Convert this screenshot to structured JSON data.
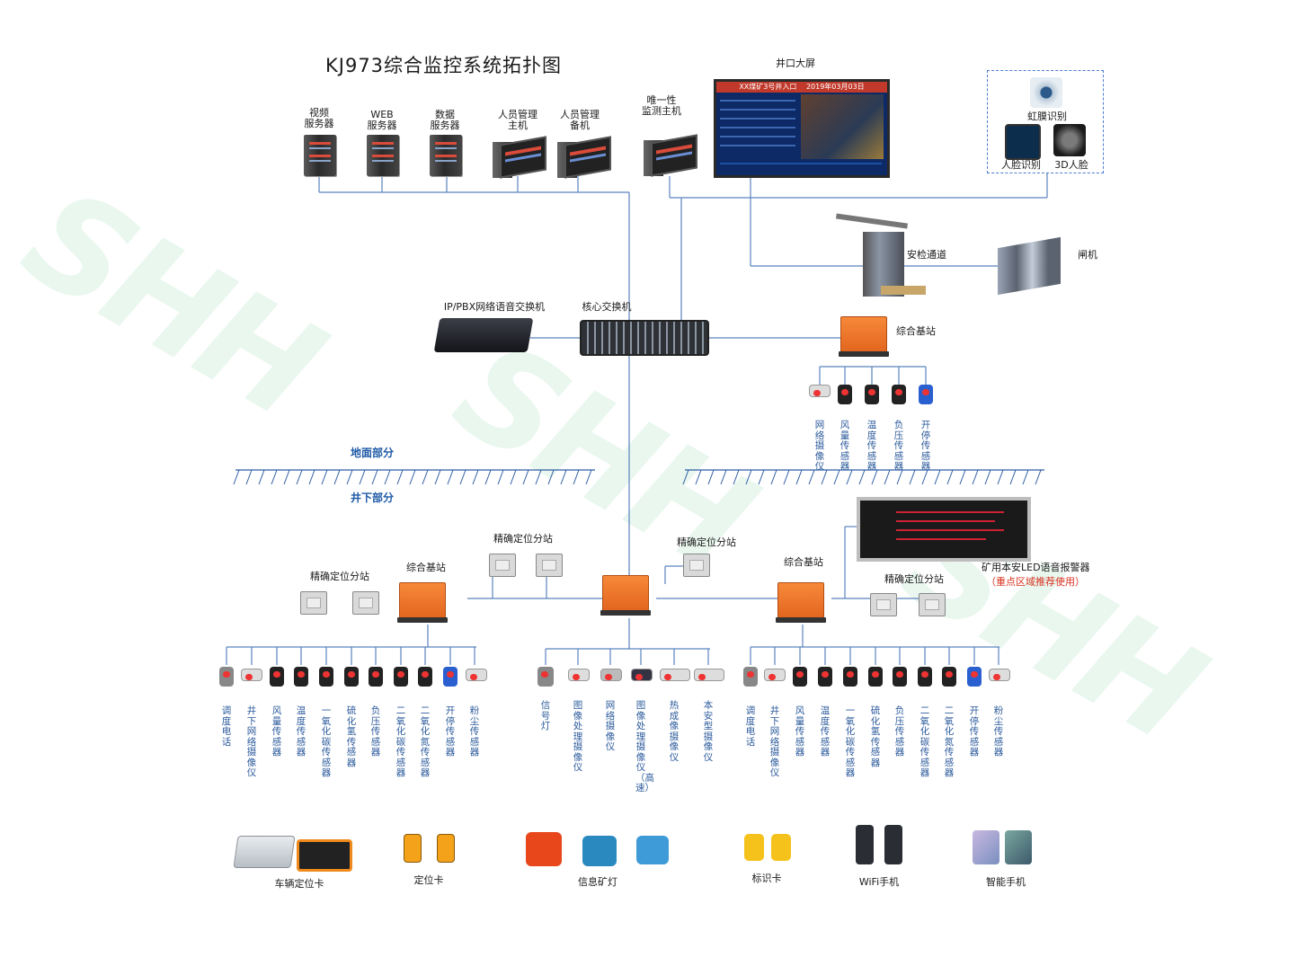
{
  "title": "KJ973综合监控系统拓扑图",
  "zones": {
    "ground": "地面部分",
    "underground": "井下部分"
  },
  "watermark": [
    "SHH",
    "SHH",
    "SHH"
  ],
  "servers": [
    "视频\n服务器",
    "WEB\n服务器",
    "数据\n服务器",
    "人员管理\n主机",
    "人员管理\n备机",
    "唯一性\n监测主机"
  ],
  "screen": {
    "label": "井口大屏",
    "header": "XX煤矿3号井入口",
    "date": "2019年03月03日"
  },
  "biometric": {
    "iris": "虹膜识别",
    "face": "人脸识别",
    "face3d": "3D人脸"
  },
  "security": {
    "channel": "安检通道",
    "gate": "闸机"
  },
  "core": {
    "pbx": "IP/PBX网络语音交换机",
    "switch": "核心交换机"
  },
  "top_base": {
    "label": "综合基站",
    "sensors": [
      "网络摄像仪",
      "风量传感器",
      "温度传感器",
      "负压传感器",
      "开停传感器"
    ]
  },
  "under": {
    "left_loc": "精确定位分站",
    "left_base": "综合基站",
    "mid_loc": "精确定位分站",
    "mid_loc2": "精确定位分站",
    "right_base": "综合基站",
    "right_loc": "精确定位分站",
    "led_label": "矿用本安LED语音报警器",
    "led_note": "（重点区域推荐使用）"
  },
  "left_devices": [
    "调度电话",
    "井下网络摄像仪",
    "风量传感器",
    "温度传感器",
    "一氧化碳传感器",
    "硫化氢传感器",
    "负压传感器",
    "二氧化碳传感器",
    "二氧化氮传感器",
    "开停传感器",
    "粉尘传感器"
  ],
  "mid_devices": [
    "信号灯",
    "图像处理摄像仪",
    "网络摄像仪",
    "图像处理摄像仪（高速）",
    "热成像摄像仪",
    "本安型摄像仪"
  ],
  "right_devices": [
    "调度电话",
    "井下网络摄像仪",
    "风量传感器",
    "温度传感器",
    "一氧化碳传感器",
    "硫化氢传感器",
    "负压传感器",
    "二氧化碳传感器",
    "二氧化氮传感器",
    "开停传感器",
    "粉尘传感器"
  ],
  "terminals": [
    "车辆定位卡",
    "定位卡",
    "信息矿灯",
    "标识卡",
    "WiFi手机",
    "智能手机"
  ]
}
